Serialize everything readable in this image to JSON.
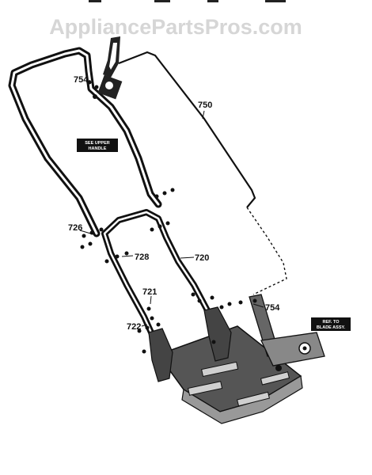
{
  "watermark": "AppliancePartsPros.com",
  "callouts": {
    "p754_top": "754",
    "p750": "750",
    "p726": "726",
    "p728": "728",
    "p720": "720",
    "p721": "721",
    "p722": "722",
    "p754_right": "754"
  },
  "tags": {
    "handle_line1": "SEE UPPER",
    "handle_line2": "HANDLE",
    "blade_line1": "REF. TO",
    "blade_line2": "BLADE ASSY."
  }
}
